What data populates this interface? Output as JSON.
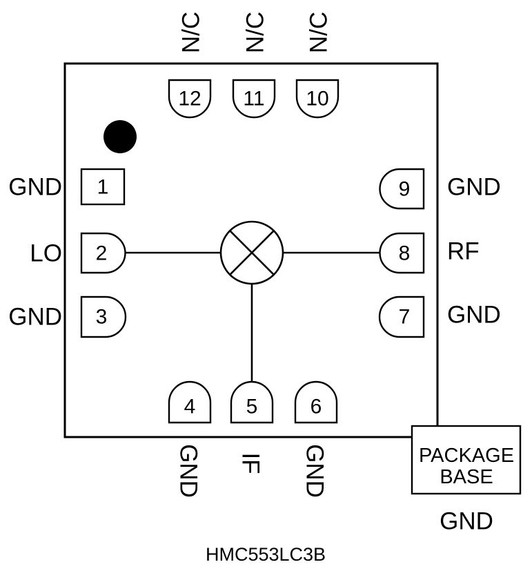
{
  "diagram": {
    "part_number": "HMC553LC3B",
    "package_base": {
      "line1": "PACKAGE",
      "line2": "BASE",
      "ground_label": "GND"
    },
    "mixer_symbol": "mixer-circle-x",
    "pin1_marker": "pin-1-dot"
  },
  "pins": {
    "top": [
      {
        "number": "12",
        "label": "N/C"
      },
      {
        "number": "11",
        "label": "N/C"
      },
      {
        "number": "10",
        "label": "N/C"
      }
    ],
    "left": [
      {
        "number": "1",
        "label": "GND"
      },
      {
        "number": "2",
        "label": "LO"
      },
      {
        "number": "3",
        "label": "GND"
      }
    ],
    "right": [
      {
        "number": "9",
        "label": "GND"
      },
      {
        "number": "8",
        "label": "RF"
      },
      {
        "number": "7",
        "label": "GND"
      }
    ],
    "bottom": [
      {
        "number": "4",
        "label": "GND"
      },
      {
        "number": "5",
        "label": "IF"
      },
      {
        "number": "6",
        "label": "GND"
      }
    ]
  },
  "colors": {
    "stroke": "#000000",
    "fill": "#ffffff",
    "marker": "#000000"
  }
}
